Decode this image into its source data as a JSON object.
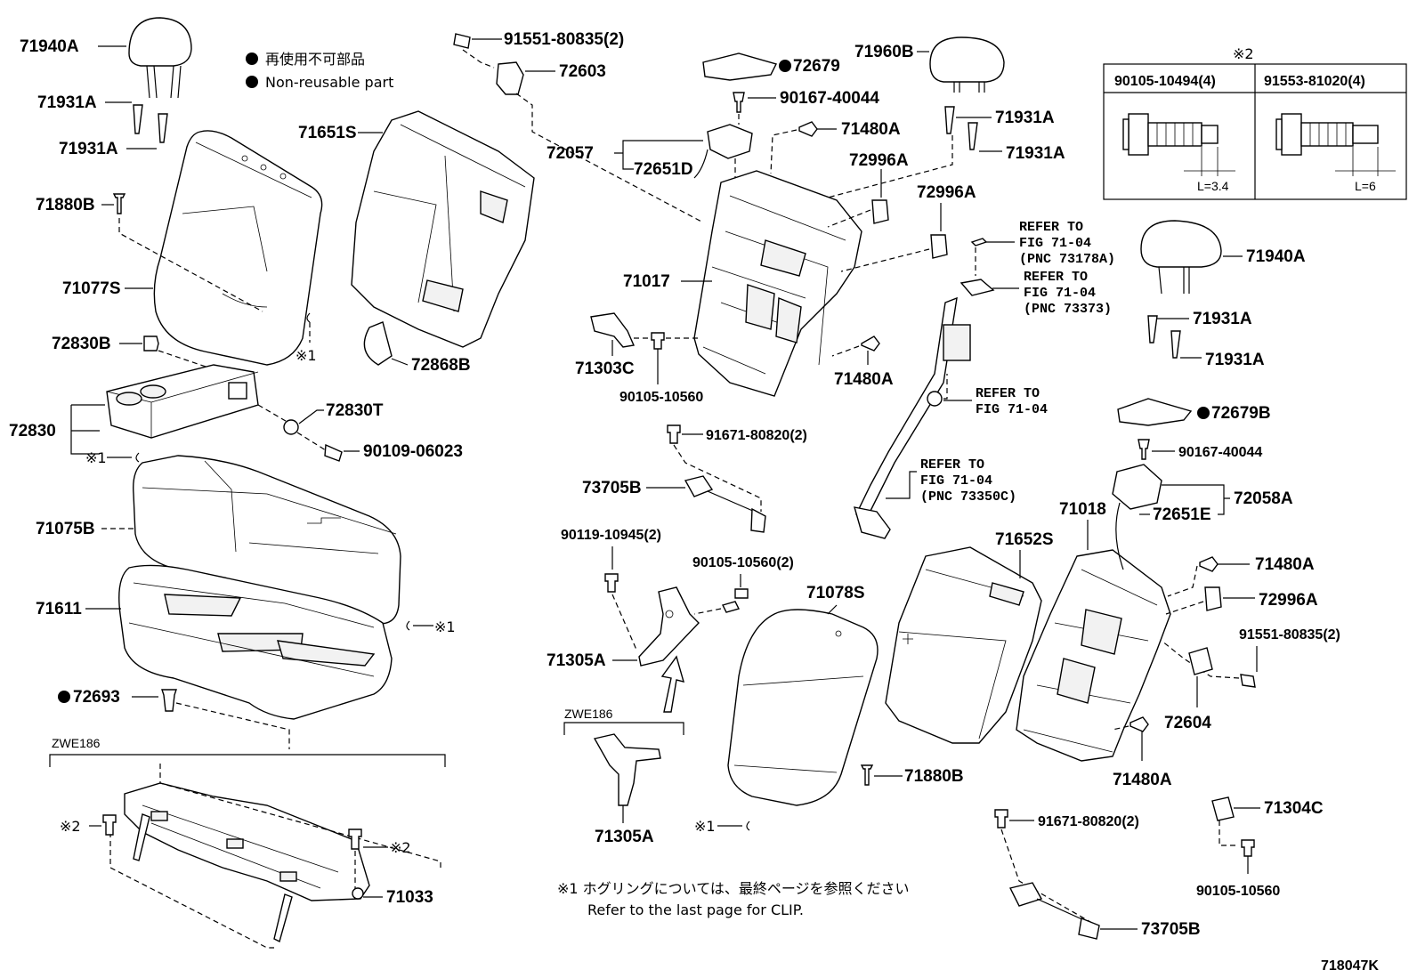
{
  "legend": {
    "dot_jp": "再使用不可部品",
    "dot_en": "Non-reusable part"
  },
  "notes": {
    "note2_marker": "※2",
    "footnote_jp": "※1 ホグリングについては、最終ページを参照ください",
    "footnote_en": "Refer to the last page for CLIP.",
    "diagram_id": "718047K",
    "zwe_left": "ZWE186",
    "zwe_mid": "ZWE186"
  },
  "table": {
    "col1": "90105-10494(4)",
    "col2": "91553-81020(4)",
    "len1": "L=3.4",
    "len2": "L=6"
  },
  "parts": {
    "p71940A_l": "71940A",
    "p71931A_l1": "71931A",
    "p71931A_l2": "71931A",
    "p71880B_l": "71880B",
    "p71077S": "71077S",
    "p72830B": "72830B",
    "p72830": "72830",
    "p72830T": "72830T",
    "p90109": "90109-06023",
    "p71075B": "71075B",
    "p71611": "71611",
    "p72693": "72693",
    "p71033": "71033",
    "p71651S": "71651S",
    "p72868B": "72868B",
    "p91551_t": "91551-80835(2)",
    "p72603": "72603",
    "p72057": "72057",
    "p72651D": "72651D",
    "p71017": "71017",
    "p71303C": "71303C",
    "p90105_m": "90105-10560",
    "p91671_m": "91671-80820(2)",
    "p73705B_m": "73705B",
    "p90119": "90119-10945(2)",
    "p90105_2": "90105-10560(2)",
    "p71305A_1": "71305A",
    "p71305A_2": "71305A",
    "p72679": "72679",
    "p90167_1": "90167-40044",
    "p71480A_1": "71480A",
    "p72996A_1": "72996A",
    "p72996A_2": "72996A",
    "p71480A_2": "71480A",
    "p71960B": "71960B",
    "p71931A_m1": "71931A",
    "p71931A_m2": "71931A",
    "p71078S": "71078S",
    "p71880B_m": "71880B",
    "p71652S": "71652S",
    "p71018": "71018",
    "p71940A_r": "71940A",
    "p71931A_r1": "71931A",
    "p71931A_r2": "71931A",
    "p72679B": "72679B",
    "p90167_2": "90167-40044",
    "p72058A": "72058A",
    "p72651E": "72651E",
    "p71480A_3": "71480A",
    "p72996A_3": "72996A",
    "p91551_r": "91551-80835(2)",
    "p72604": "72604",
    "p71480A_4": "71480A",
    "p71304C": "71304C",
    "p90105_r": "90105-10560",
    "p91671_r": "91671-80820(2)",
    "p73705B_r": "73705B",
    "x1_a": "※1",
    "x1_b": "※1",
    "x1_c": "※1",
    "x1_d": "※1",
    "x2_a": "※2",
    "x2_b": "※2"
  },
  "refs": {
    "r1": [
      "REFER TO",
      "FIG 71-04",
      "(PNC 73178A)"
    ],
    "r2": [
      "REFER TO",
      "FIG 71-04",
      "(PNC 73373)"
    ],
    "r3": [
      "REFER TO",
      "FIG 71-04"
    ],
    "r4": [
      "REFER TO",
      "FIG 71-04",
      "(PNC 73350C)"
    ]
  }
}
